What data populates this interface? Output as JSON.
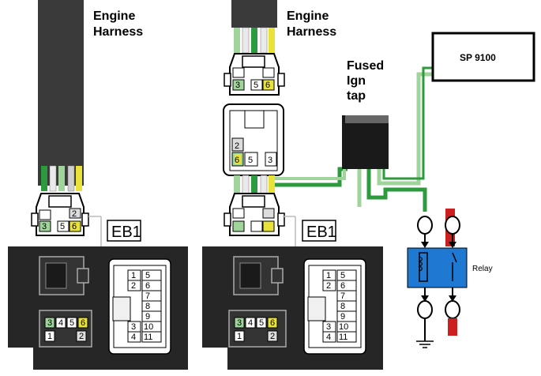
{
  "labels": {
    "engine_harness_left_l1": "Engine",
    "engine_harness_left_l2": "Harness",
    "engine_harness_right_l1": "Engine",
    "engine_harness_right_l2": "Harness",
    "fused_l1": "Fused",
    "fused_l2": "Ign",
    "fused_l3": "tap",
    "sp_box": "SP 9100",
    "relay": "Relay",
    "eb1_left": "EB1",
    "eb1_right": "EB1"
  },
  "connector_pins": {
    "plug_bottom": [
      "3",
      "5",
      "6",
      "2"
    ],
    "plug_top_right": [
      "3",
      "5",
      "6"
    ],
    "tap_connector": [
      "2",
      "6",
      "5",
      "3"
    ]
  },
  "ecu_pins": {
    "left_col": [
      "1",
      "2",
      "3",
      "4"
    ],
    "right_col": [
      "5",
      "6",
      "7",
      "8",
      "9",
      "10",
      "11"
    ],
    "small_top": [
      "3",
      "4",
      "5",
      "6"
    ],
    "small_bottom": [
      "1",
      "2"
    ]
  },
  "colors": {
    "harness": "#3a3a3a",
    "ecu_body": "#262626",
    "wire_green": "#2e9a3e",
    "wire_light_green": "#9fd49b",
    "wire_yellow": "#e8e23a",
    "relay_blue": "#1f78d1",
    "wire_red": "#cc1f1f"
  }
}
